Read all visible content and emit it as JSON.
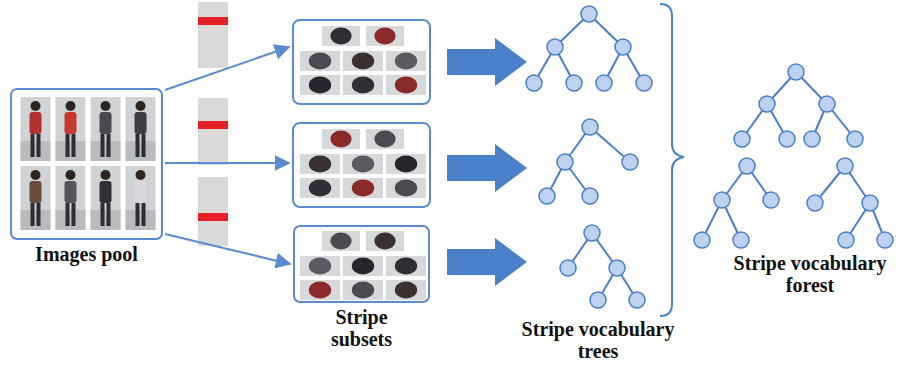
{
  "diagram": {
    "nodes": [
      {
        "text": [
          "Images pool"
        ]
      },
      {
        "text": [
          "Stripe subsets"
        ]
      }
    ],
    "edges": [
      {
        "from": 0,
        "to": 1,
        "arrow": "to"
      }
    ],
    "labels": [
      "Stripe vocabulary trees",
      "Stripe vocabulary forest"
    ]
  }
}
